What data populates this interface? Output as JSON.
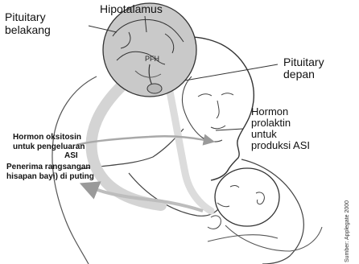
{
  "labels": {
    "pituitary_back": [
      "Pituitary",
      "belakang"
    ],
    "hypothalamus": "Hipotalamus",
    "pfh": "PFH",
    "pituitary_front": [
      "Pituitary",
      "depan"
    ],
    "hormone_prolactin": [
      "Hormon",
      "prolaktin",
      "untuk",
      "produksi ASI"
    ],
    "oxytocin": [
      "Hormon oksitosin",
      "untuk pengeluaran",
      "ASI"
    ],
    "receptor": [
      "Penerima rangsangan",
      "hisapan bayi) di puting"
    ],
    "credit": "Sumber: Applegate 2000"
  },
  "colors": {
    "ink": "#111111",
    "outline": "#333333",
    "brain_fill": "#c9c9c9",
    "arrow_light": "#d4d4d4",
    "arrow_mid": "#a9a9a9"
  }
}
